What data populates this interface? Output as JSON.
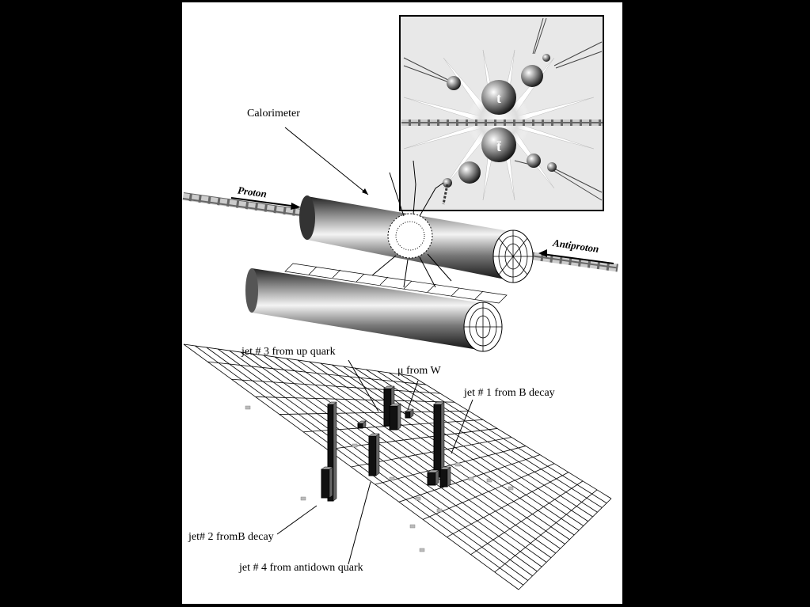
{
  "labels": {
    "calorimeter": "Calorimeter",
    "proton": "Proton",
    "antiproton": "Antiproton",
    "jet3": "jet # 3 from up quark",
    "mu_from_w": "μ from W",
    "jet1": "jet # 1 from B decay",
    "jet2": "jet# 2 fromB decay",
    "jet4": "jet # 4 from antidown quark"
  },
  "inset": {
    "top_particle": "t",
    "antitop_particle": "t̄"
  },
  "colors": {
    "background": "#000000",
    "panel": "#ffffff",
    "ink": "#000000"
  }
}
